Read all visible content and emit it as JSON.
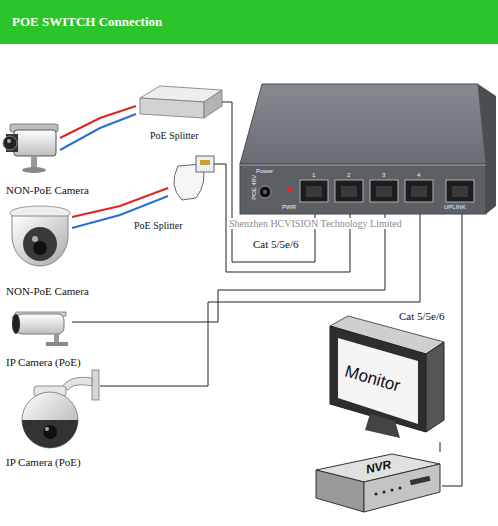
{
  "diagram": {
    "title": "POE SWITCH Connection",
    "nodes": [
      {
        "text": [
          "PoE Splitter"
        ]
      },
      {
        "text": [
          "NON-PoE Camera"
        ]
      },
      {
        "text": [
          "PoE Splitter"
        ]
      },
      {
        "text": [
          "NON-PoE Camera"
        ]
      },
      {
        "text": [
          "IP Camera (PoE)"
        ]
      },
      {
        "text": [
          "IP Camera (PoE)"
        ]
      },
      {
        "text": [
          "POE 48V",
          "Power",
          "PWR",
          "1",
          "2",
          "3",
          "4",
          "UPLINK"
        ]
      },
      {
        "text": [
          "Monitor"
        ]
      },
      {
        "text": [
          "NVR"
        ]
      }
    ],
    "edges": [
      {
        "from": 1,
        "to": 0,
        "arrow": "none"
      },
      {
        "from": 3,
        "to": 2,
        "arrow": "none"
      },
      {
        "from": 6,
        "to": 0,
        "arrow": "none"
      },
      {
        "from": 6,
        "to": 2,
        "arrow": "none"
      },
      {
        "from": 6,
        "to": 4,
        "arrow": "none"
      },
      {
        "from": 6,
        "to": 5,
        "arrow": "none"
      },
      {
        "from": 6,
        "to": 8,
        "label": "Cat 5/5e/6",
        "arrow": "none"
      },
      {
        "from": 7,
        "to": 8,
        "arrow": "none"
      }
    ],
    "labels": [
      "Shenzhen HCVISION Technology Limited",
      "Cat 5/5e/6"
    ]
  }
}
